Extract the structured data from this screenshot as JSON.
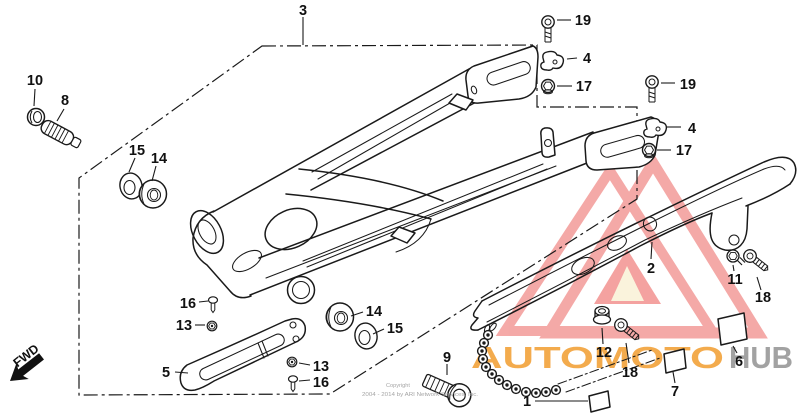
{
  "drawing": {
    "type": "exploded-parts-diagram",
    "subject": "swingarm and chain guard assembly",
    "fwd_label": "FWD",
    "copyright_line1": "Copyright",
    "copyright_line2": "2004 - 2014 by ARI Network Services, Inc.",
    "callouts": [
      {
        "n": "3"
      },
      {
        "n": "19"
      },
      {
        "n": "4"
      },
      {
        "n": "17"
      },
      {
        "n": "19"
      },
      {
        "n": "4"
      },
      {
        "n": "17"
      },
      {
        "n": "10"
      },
      {
        "n": "8"
      },
      {
        "n": "15"
      },
      {
        "n": "14"
      },
      {
        "n": "16"
      },
      {
        "n": "13"
      },
      {
        "n": "5"
      },
      {
        "n": "14"
      },
      {
        "n": "15"
      },
      {
        "n": "13"
      },
      {
        "n": "16"
      },
      {
        "n": "9"
      },
      {
        "n": "12"
      },
      {
        "n": "18"
      },
      {
        "n": "1"
      },
      {
        "n": "7"
      },
      {
        "n": "6"
      },
      {
        "n": "11"
      },
      {
        "n": "18"
      },
      {
        "n": "2"
      }
    ]
  },
  "watermark": {
    "brand_primary": "AUTOMOTO",
    "brand_secondary": "HUB",
    "triangle_color": "#f2928f",
    "inner_triangle_color": "#faf3dc",
    "primary_text_color": "#f3a43e",
    "secondary_text_color": "#9b9b9b"
  }
}
